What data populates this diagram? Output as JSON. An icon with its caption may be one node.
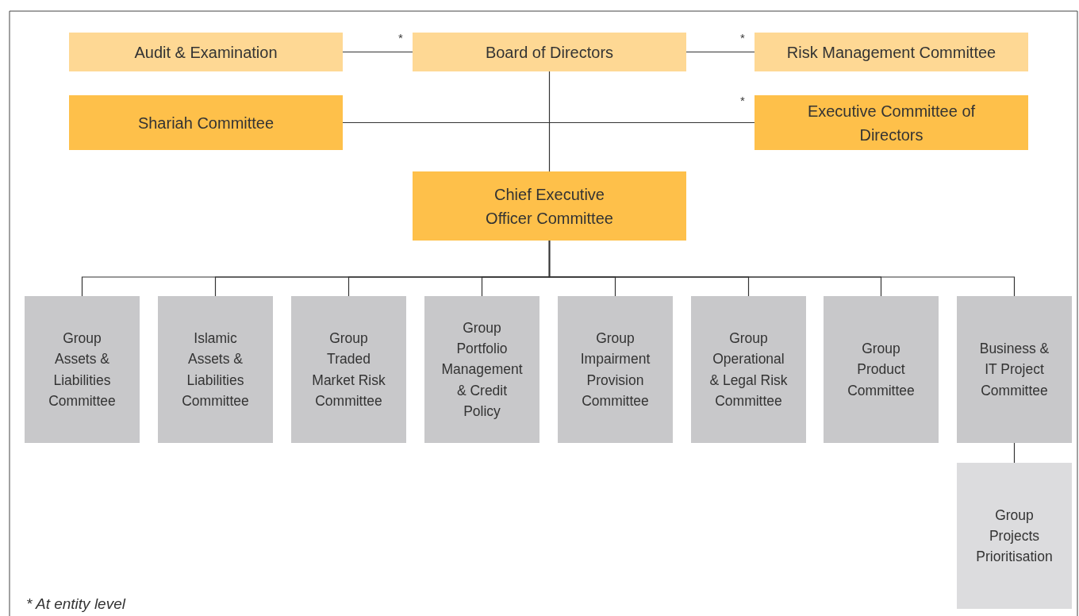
{
  "diagram": {
    "nodes": [
      {
        "text": [
          "Audit & Examination"
        ]
      },
      {
        "text": [
          "Board of Directors"
        ],
        "beside": [
          "*"
        ]
      },
      {
        "text": [
          "Risk Management Committee"
        ],
        "beside": [
          "*"
        ]
      },
      {
        "text": [
          "Shariah Committee"
        ]
      },
      {
        "text": [
          "Executive Committee of Directors"
        ],
        "beside": [
          "*"
        ]
      },
      {
        "text": [
          "Chief Executive Officer Committee"
        ]
      },
      {
        "text": [
          "Group Assets & Liabilities Committee"
        ]
      },
      {
        "text": [
          "Islamic Assets & Liabilities Committee"
        ]
      },
      {
        "text": [
          "Group Traded Market Risk Committee"
        ]
      },
      {
        "text": [
          "Group Portfolio Management & Credit Policy"
        ]
      },
      {
        "text": [
          "Group Impairment Provision Committee"
        ]
      },
      {
        "text": [
          "Group Operational & Legal Risk Committee"
        ]
      },
      {
        "text": [
          "Group Product Committee"
        ]
      },
      {
        "text": [
          "Business & IT Project Committee"
        ]
      },
      {
        "text": [
          "Group Projects Prioritisation"
        ]
      }
    ],
    "edges": [
      {
        "from": 0,
        "to": 1,
        "arrow": "none"
      },
      {
        "from": 1,
        "to": 2,
        "arrow": "none"
      },
      {
        "from": 1,
        "to": 5,
        "arrow": "none"
      },
      {
        "from": 3,
        "to": 4,
        "arrow": "none"
      },
      {
        "from": 5,
        "to": 6,
        "arrow": "none"
      },
      {
        "from": 5,
        "to": 7,
        "arrow": "none"
      },
      {
        "from": 5,
        "to": 8,
        "arrow": "none"
      },
      {
        "from": 5,
        "to": 9,
        "arrow": "none"
      },
      {
        "from": 5,
        "to": 10,
        "arrow": "none"
      },
      {
        "from": 5,
        "to": 11,
        "arrow": "none"
      },
      {
        "from": 5,
        "to": 12,
        "arrow": "none"
      },
      {
        "from": 5,
        "to": 13,
        "arrow": "none"
      },
      {
        "from": 13,
        "to": 14,
        "arrow": "none"
      }
    ],
    "labels": [
      "* At entity level"
    ]
  }
}
